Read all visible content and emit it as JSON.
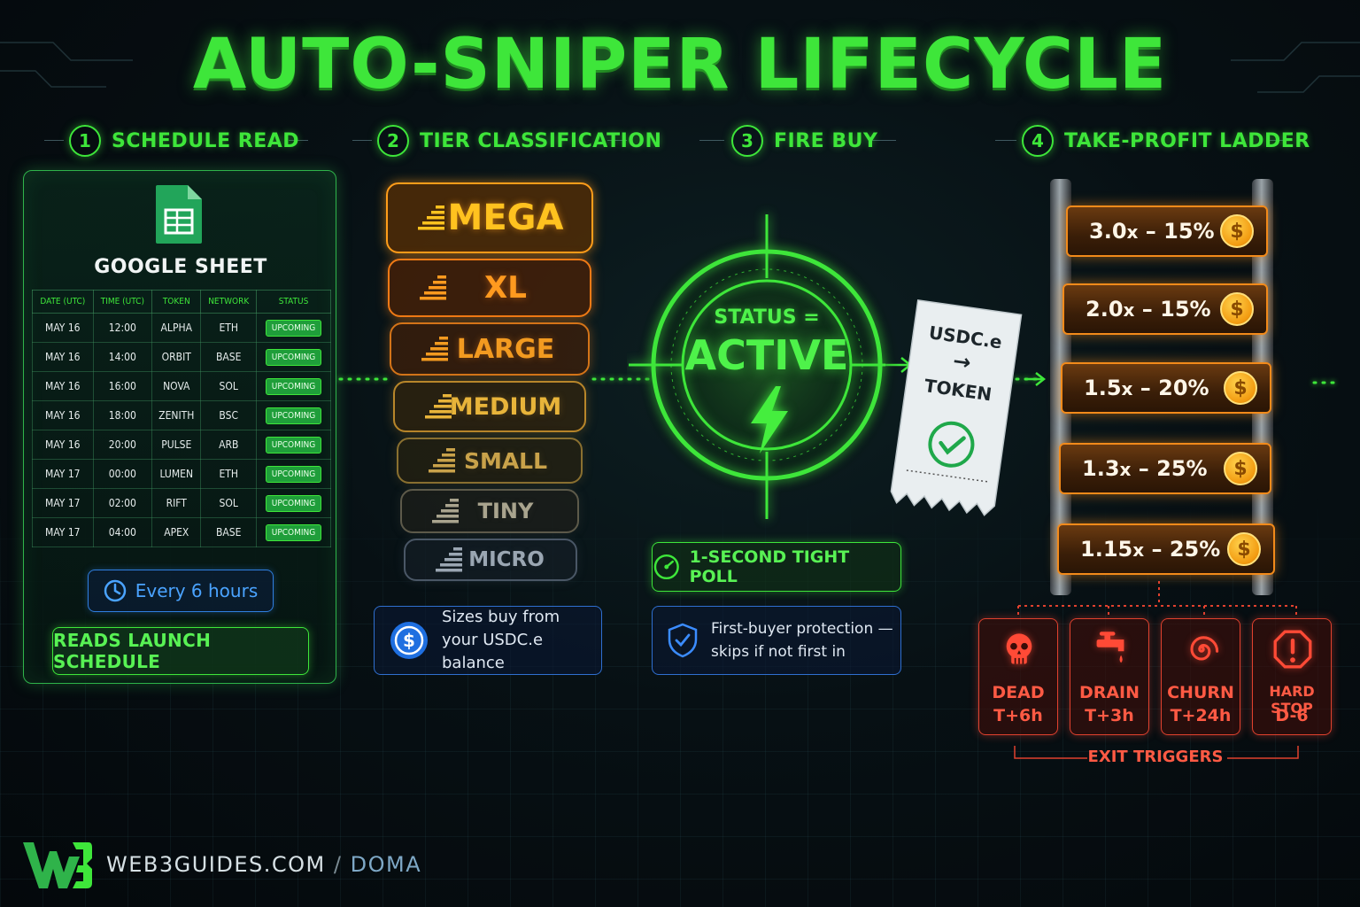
{
  "title": "AUTO-SNIPER LIFECYCLE",
  "steps": [
    {
      "num": "1",
      "label": "SCHEDULE READ"
    },
    {
      "num": "2",
      "label": "TIER CLASSIFICATION"
    },
    {
      "num": "3",
      "label": "FIRE BUY"
    },
    {
      "num": "4",
      "label": "TAKE-PROFIT LADDER"
    }
  ],
  "sheet": {
    "title": "GOOGLE SHEET",
    "headers": [
      "DATE (UTC)",
      "TIME (UTC)",
      "TOKEN",
      "NETWORK",
      "STATUS"
    ],
    "rows": [
      [
        "MAY 16",
        "12:00",
        "ALPHA",
        "ETH",
        "UPCOMING"
      ],
      [
        "MAY 16",
        "14:00",
        "ORBIT",
        "BASE",
        "UPCOMING"
      ],
      [
        "MAY 16",
        "16:00",
        "NOVA",
        "SOL",
        "UPCOMING"
      ],
      [
        "MAY 16",
        "18:00",
        "ZENITH",
        "BSC",
        "UPCOMING"
      ],
      [
        "MAY 16",
        "20:00",
        "PULSE",
        "ARB",
        "UPCOMING"
      ],
      [
        "MAY 17",
        "00:00",
        "LUMEN",
        "ETH",
        "UPCOMING"
      ],
      [
        "MAY 17",
        "02:00",
        "RIFT",
        "SOL",
        "UPCOMING"
      ],
      [
        "MAY 17",
        "04:00",
        "APEX",
        "BASE",
        "UPCOMING"
      ]
    ],
    "every": "Every 6 hours",
    "reads": "READS LAUNCH SCHEDULE"
  },
  "tiers": [
    "MEGA",
    "XL",
    "LARGE",
    "MEDIUM",
    "SMALL",
    "TINY",
    "MICRO"
  ],
  "sizes_note": {
    "line1": "Sizes buy from",
    "line2": "your USDC.e balance"
  },
  "fire": {
    "status_label": "STATUS =",
    "status_value": "ACTIVE",
    "poll": "1-SECOND TIGHT POLL",
    "protection_line1": "First-buyer protection —",
    "protection_line2": "skips if not first in"
  },
  "receipt": {
    "from": "USDC.e",
    "arrow": "→",
    "to": "TOKEN"
  },
  "ladder": [
    {
      "mult": "3.0",
      "pct": "15%"
    },
    {
      "mult": "2.0",
      "pct": "15%"
    },
    {
      "mult": "1.5",
      "pct": "20%"
    },
    {
      "mult": "1.3",
      "pct": "25%"
    },
    {
      "mult": "1.15",
      "pct": "25%"
    }
  ],
  "exits": [
    {
      "name": "DEAD",
      "time": "T+6h",
      "icon": "skull-icon"
    },
    {
      "name": "DRAIN",
      "time": "T+3h",
      "icon": "faucet-icon"
    },
    {
      "name": "CHURN",
      "time": "T+24h",
      "icon": "spiral-icon"
    },
    {
      "name": "HARD STOP",
      "time": "D-6",
      "icon": "warning-icon"
    }
  ],
  "exit_label": "EXIT TRIGGERS",
  "footer": {
    "site": "WEB3GUIDES.COM",
    "sep": "/",
    "section": "DOMA"
  },
  "colors": {
    "green": "#3ee63a",
    "orange": "#f28a1a",
    "red": "#e0412e",
    "blue": "#2f7fe0"
  }
}
